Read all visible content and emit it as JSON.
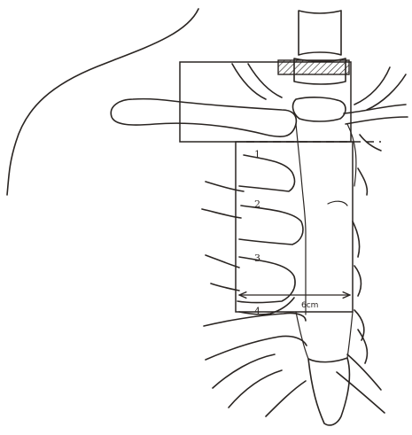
{
  "labels": {
    "rib_1": "1",
    "rib_2": "2",
    "rib_3": "3",
    "rib_4": "4",
    "width": "6cm"
  }
}
